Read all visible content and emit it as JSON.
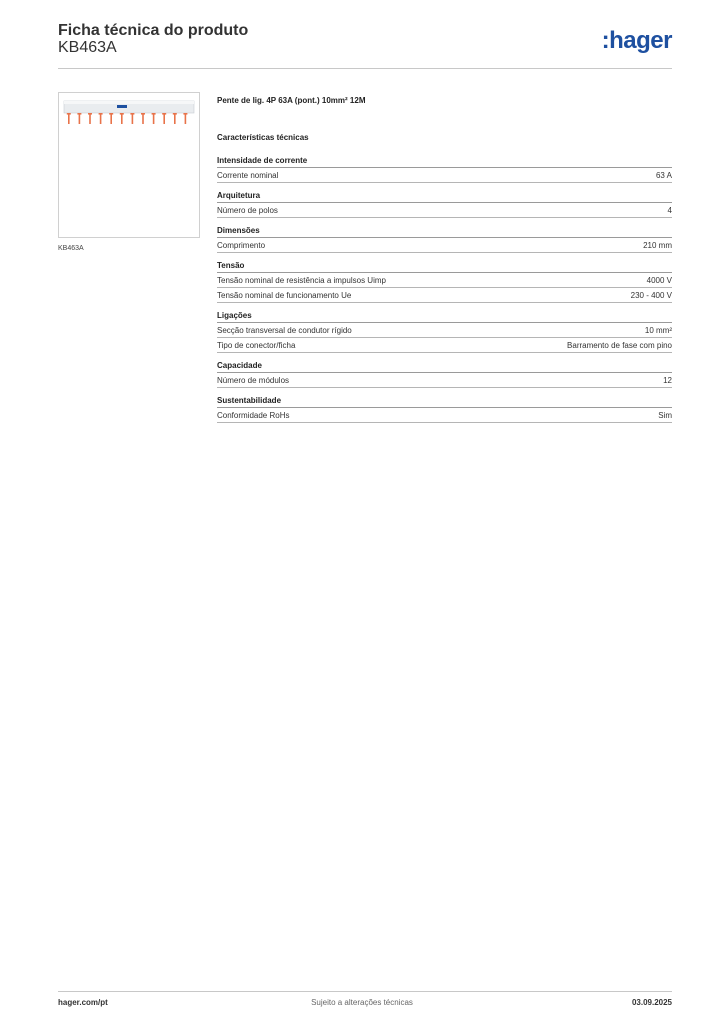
{
  "header": {
    "title": "Ficha técnica do produto",
    "subtitle": "KB463A",
    "logo": ":hager"
  },
  "colors": {
    "brand": "#1e50a0",
    "pin": "#e8734a"
  },
  "product": {
    "image_caption": "KB463A",
    "title": "Pente de lig. 4P 63A (pont.) 10mm² 12M",
    "section_heading": "Características técnicas"
  },
  "specs": [
    {
      "title": "Intensidade de corrente",
      "rows": [
        {
          "label": "Corrente nominal",
          "value": "63 A"
        }
      ]
    },
    {
      "title": "Arquitetura",
      "rows": [
        {
          "label": "Número de polos",
          "value": "4"
        }
      ]
    },
    {
      "title": "Dimensões",
      "rows": [
        {
          "label": "Comprimento",
          "value": "210 mm"
        }
      ]
    },
    {
      "title": "Tensão",
      "rows": [
        {
          "label": "Tensão nominal de resistência a impulsos Uimp",
          "value": "4000 V"
        },
        {
          "label": "Tensão nominal de funcionamento Ue",
          "value": "230 - 400 V"
        }
      ]
    },
    {
      "title": "Ligações",
      "rows": [
        {
          "label": "Secção transversal de condutor rígido",
          "value": "10 mm²"
        },
        {
          "label": "Tipo de conector/ficha",
          "value": "Barramento de fase com pino"
        }
      ]
    },
    {
      "title": "Capacidade",
      "rows": [
        {
          "label": "Número de módulos",
          "value": "12"
        }
      ]
    },
    {
      "title": "Sustentabilidade",
      "rows": [
        {
          "label": "Conformidade RoHs",
          "value": "Sim"
        }
      ]
    }
  ],
  "footer": {
    "left": "hager.com/pt",
    "center": "Sujeito a alterações técnicas",
    "right": "03.09.2025"
  }
}
